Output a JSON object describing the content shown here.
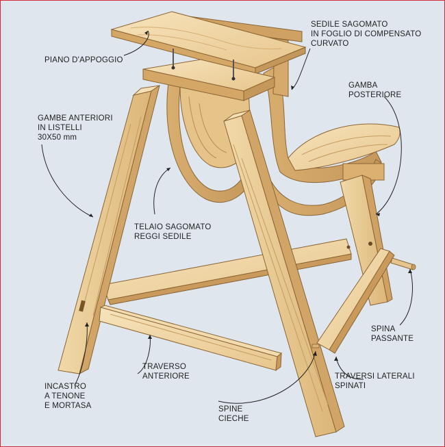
{
  "labels": {
    "piano": "PIANO D'APPOGGIO",
    "sedile": "SEDILE SAGOMATO\nIN FOGLIO DI COMPENSATO\nCURVATO",
    "gamba_posteriore": "GAMBA\nPOSTERIORE",
    "gambe_anteriori": "GAMBE ANTERIORI\nIN LISTELLI\n30X50 mm",
    "telaio": "TELAIO SAGOMATO\nREGGI SEDILE",
    "spina_passante": "SPINA\nPASSANTE",
    "traverso_anteriore": "TRAVERSO\nANTERIORE",
    "traversi_laterali": "TRAVERSI LATERALI\nSPINATI",
    "incastro": "INCASTRO\nA TENONE\nE MORTASA",
    "spine_cieche": "SPINE\nCIECHE"
  },
  "colors": {
    "frame_border": "#d32a3a",
    "background": "#dfe6ee",
    "wood_light": "#f3ddb0",
    "wood_mid": "#e3bf83",
    "wood_dark": "#c69a5a",
    "wood_grain": "#b98b4e",
    "leader_line": "#222222"
  }
}
